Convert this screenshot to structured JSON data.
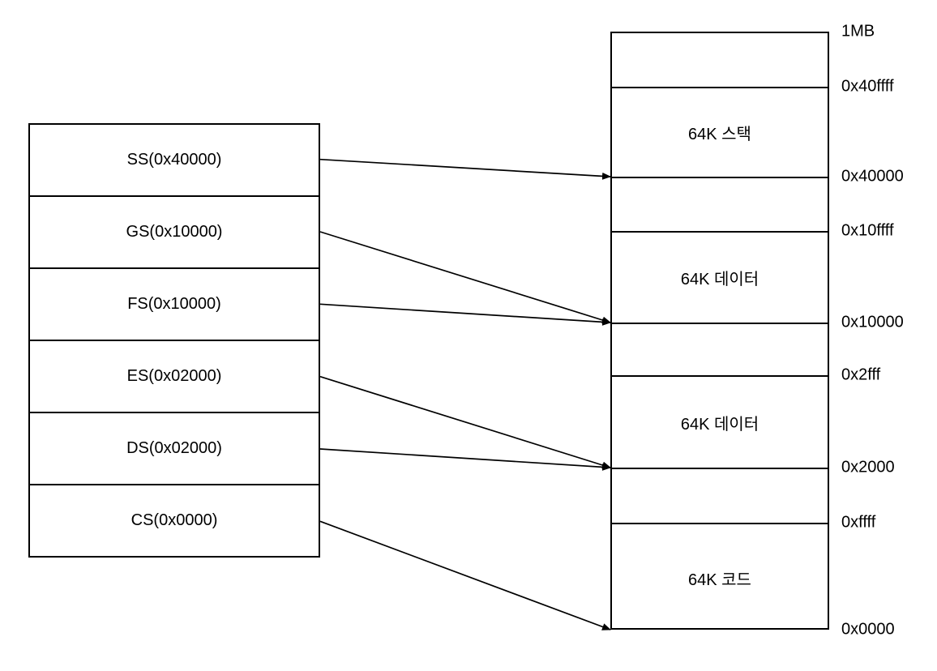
{
  "diagram": {
    "title": "segment-register-to-memory-mapping",
    "registers": [
      {
        "label": "SS(0x40000)",
        "target": "0x40000"
      },
      {
        "label": "GS(0x10000)",
        "target": "0x10000"
      },
      {
        "label": "FS(0x10000)",
        "target": "0x10000"
      },
      {
        "label": "ES(0x02000)",
        "target": "0x2000"
      },
      {
        "label": "DS(0x02000)",
        "target": "0x2000"
      },
      {
        "label": "CS(0x0000)",
        "target": "0x0000"
      }
    ],
    "memory": {
      "address_labels": [
        "1MB",
        "0x40ffff",
        "0x40000",
        "0x10ffff",
        "0x10000",
        "0x2fff",
        "0x2000",
        "0xffff",
        "0x0000"
      ],
      "regions": [
        {
          "label": ""
        },
        {
          "label": "64K 스택"
        },
        {
          "label": ""
        },
        {
          "label": "64K 데이터"
        },
        {
          "label": ""
        },
        {
          "label": "64K 데이터"
        },
        {
          "label": ""
        },
        {
          "label": "64K 코드"
        }
      ]
    },
    "colors": {
      "line": "#000000",
      "text": "#000000",
      "background": "#ffffff"
    }
  }
}
